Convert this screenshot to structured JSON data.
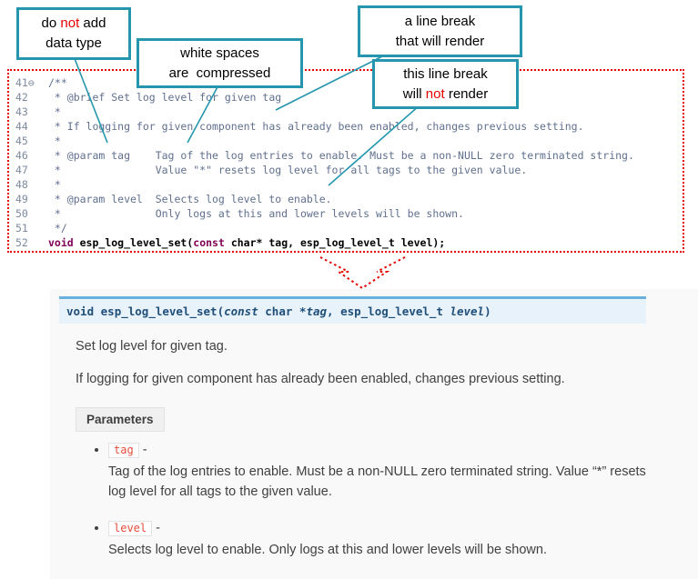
{
  "callouts": [
    {
      "lines": [
        "do |not| add",
        "data type"
      ]
    },
    {
      "lines": [
        "white spaces",
        "are  compressed"
      ]
    },
    {
      "lines": [
        "a line break",
        "that will render"
      ]
    },
    {
      "lines": [
        "this line break",
        "will |not| render"
      ]
    }
  ],
  "editor": {
    "lines": [
      {
        "g": "41⊖",
        "seg": [
          {
            "c": "cm",
            "t": "/**"
          }
        ]
      },
      {
        "g": "42",
        "seg": [
          {
            "c": "cm",
            "t": " * @brief Set log level for given tag"
          }
        ]
      },
      {
        "g": "43",
        "seg": [
          {
            "c": "cm",
            "t": " *"
          }
        ]
      },
      {
        "g": "44",
        "seg": [
          {
            "c": "cm",
            "t": " * If logging for given component has already been enabled, changes previous setting."
          }
        ]
      },
      {
        "g": "45",
        "seg": [
          {
            "c": "cm",
            "t": " *"
          }
        ]
      },
      {
        "g": "46",
        "seg": [
          {
            "c": "cm",
            "t": " * @param tag    Tag of the log entries to enable. Must be a non-NULL zero terminated string."
          }
        ]
      },
      {
        "g": "47",
        "seg": [
          {
            "c": "cm",
            "t": " *               Value \"*\" resets log level for all tags to the given value."
          }
        ]
      },
      {
        "g": "48",
        "seg": [
          {
            "c": "cm",
            "t": " *"
          }
        ]
      },
      {
        "g": "49",
        "seg": [
          {
            "c": "cm",
            "t": " * @param level  Selects log level to enable."
          }
        ]
      },
      {
        "g": "50",
        "seg": [
          {
            "c": "cm",
            "t": " *               Only logs at this and lower levels will be shown."
          }
        ]
      },
      {
        "g": "51",
        "seg": [
          {
            "c": "cm",
            "t": " */"
          }
        ]
      },
      {
        "g": "52",
        "seg": [
          {
            "c": "kw",
            "t": "void"
          },
          {
            "c": "fn",
            "t": " esp_log_level_set"
          },
          {
            "c": "pl",
            "t": "("
          },
          {
            "c": "kw",
            "t": "const"
          },
          {
            "c": "pl",
            "t": " char* tag, esp_log_level_t level);"
          }
        ]
      }
    ]
  },
  "doc": {
    "signature": [
      {
        "c": "kw",
        "t": "void "
      },
      {
        "c": "name",
        "t": "esp_log_level_set"
      },
      {
        "c": "pl",
        "t": "("
      },
      {
        "c": "kwi",
        "t": "const"
      },
      {
        "c": "pl",
        "t": "  char *"
      },
      {
        "c": "param",
        "t": "tag"
      },
      {
        "c": "pl",
        "t": ", esp_log_level_t "
      },
      {
        "c": "param",
        "t": "level"
      },
      {
        "c": "pl",
        "t": ")"
      }
    ],
    "p1": "Set log level for given tag.",
    "p2": "If logging for given component has already been enabled, changes previous setting.",
    "params_label": "Parameters",
    "bullets": [
      {
        "name": "tag",
        "sep": "-",
        "desc": "Tag of the log entries to enable. Must be a non-NULL zero terminated string. Value “*” resets log level for all tags to the given value."
      },
      {
        "name": "level",
        "sep": "-",
        "desc": "Selects log level to enable. Only logs at this and lower levels will be shown."
      }
    ]
  },
  "colors": {
    "callout_border": "#2596ad",
    "annotation_line": "#2596ad",
    "red_accent": "#e60000",
    "signature_bg": "#e7f2fa",
    "signature_border": "#6ab0de",
    "literal_red": "#e74c3c"
  }
}
